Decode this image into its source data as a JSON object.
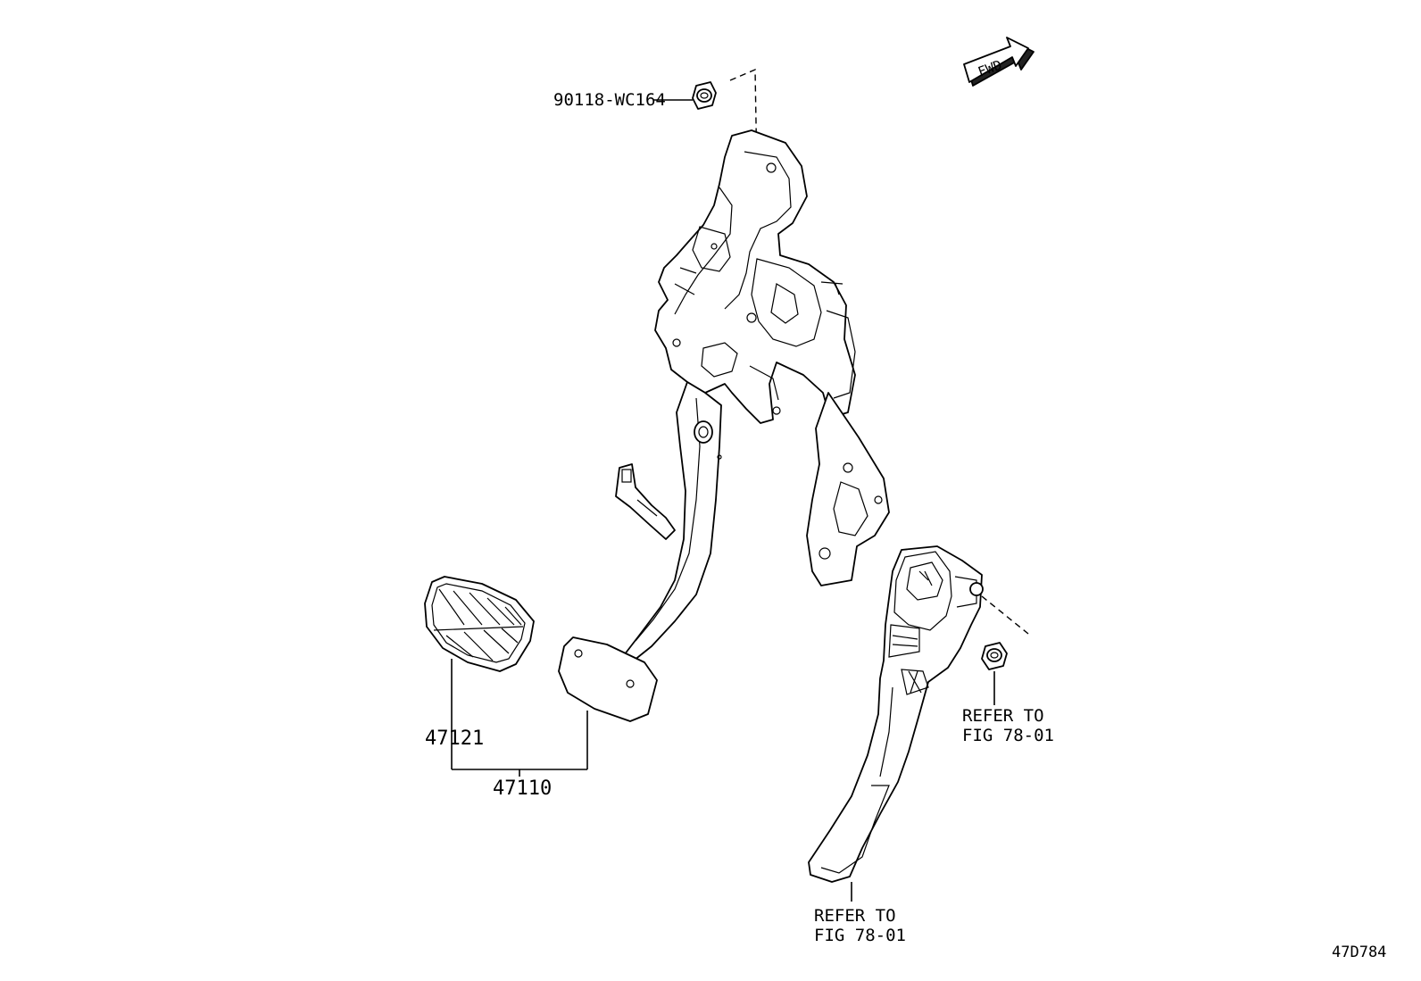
{
  "labels": {
    "nut_top": "90118-WC164",
    "pedal_pad": "47121",
    "pedal_assy": "47110",
    "refer_right_1": "REFER TO",
    "refer_right_2": "FIG 78-01",
    "refer_bottom_1": "REFER TO",
    "refer_bottom_2": "FIG 78-01",
    "fwd": "FWD",
    "figure_code": "47D784"
  }
}
